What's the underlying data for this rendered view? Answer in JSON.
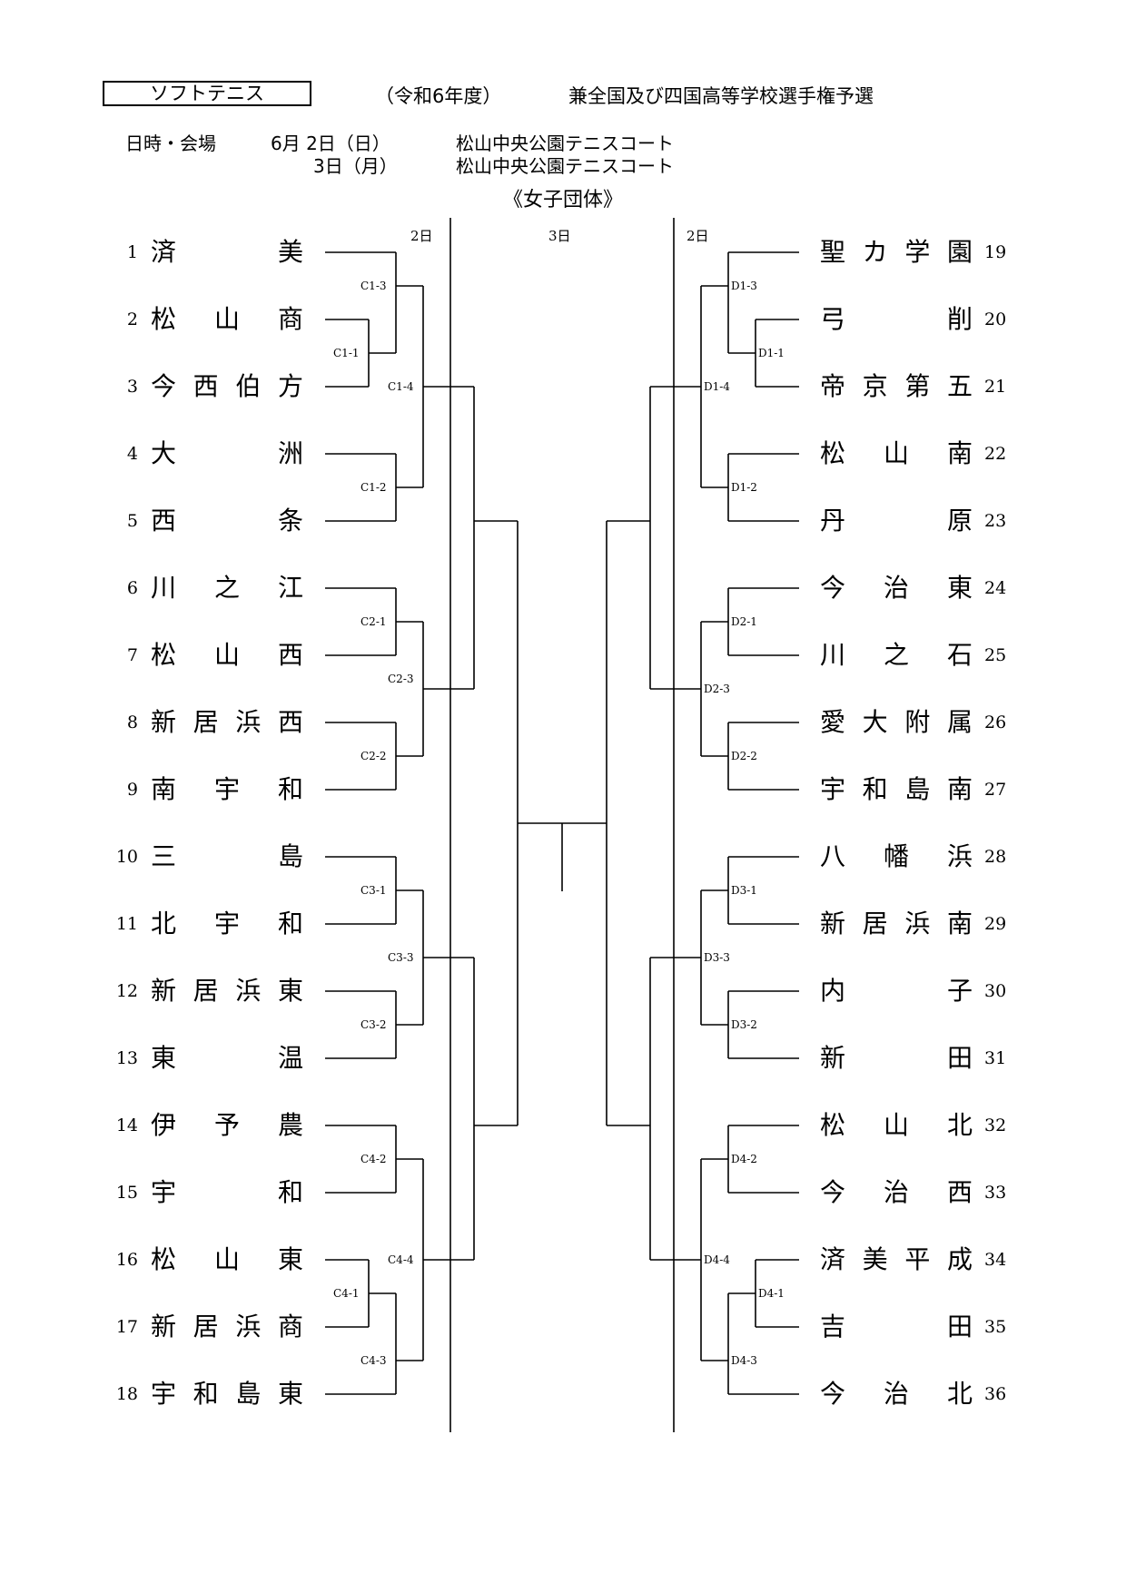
{
  "header": {
    "sport": "ソフトテニス",
    "year": "（令和6年度）",
    "event": "兼全国及び四国高等学校選手権予選",
    "schedule_label": "日時・会場",
    "day1": "6月 2日（日）",
    "day2": "3日（月）",
    "venue1": "松山中央公園テニスコート",
    "venue2": "松山中央公園テニスコート",
    "category": "《女子団体》"
  },
  "columns": {
    "left_day": "2日",
    "center_day": "3日",
    "right_day": "2日"
  },
  "left_teams": [
    {
      "num": "1",
      "chars": [
        "済",
        "美"
      ]
    },
    {
      "num": "2",
      "chars": [
        "松",
        "山",
        "商"
      ]
    },
    {
      "num": "3",
      "chars": [
        "今",
        "西",
        "伯",
        "方"
      ]
    },
    {
      "num": "4",
      "chars": [
        "大",
        "洲"
      ]
    },
    {
      "num": "5",
      "chars": [
        "西",
        "条"
      ]
    },
    {
      "num": "6",
      "chars": [
        "川",
        "之",
        "江"
      ]
    },
    {
      "num": "7",
      "chars": [
        "松",
        "山",
        "西"
      ]
    },
    {
      "num": "8",
      "chars": [
        "新",
        "居",
        "浜",
        "西"
      ]
    },
    {
      "num": "9",
      "chars": [
        "南",
        "宇",
        "和"
      ]
    },
    {
      "num": "10",
      "chars": [
        "三",
        "島"
      ]
    },
    {
      "num": "11",
      "chars": [
        "北",
        "宇",
        "和"
      ]
    },
    {
      "num": "12",
      "chars": [
        "新",
        "居",
        "浜",
        "東"
      ]
    },
    {
      "num": "13",
      "chars": [
        "東",
        "温"
      ]
    },
    {
      "num": "14",
      "chars": [
        "伊",
        "予",
        "農"
      ]
    },
    {
      "num": "15",
      "chars": [
        "宇",
        "和"
      ]
    },
    {
      "num": "16",
      "chars": [
        "松",
        "山",
        "東"
      ]
    },
    {
      "num": "17",
      "chars": [
        "新",
        "居",
        "浜",
        "商"
      ]
    },
    {
      "num": "18",
      "chars": [
        "宇",
        "和",
        "島",
        "東"
      ]
    }
  ],
  "right_teams": [
    {
      "num": "19",
      "chars": [
        "聖",
        "カ",
        "学",
        "園"
      ]
    },
    {
      "num": "20",
      "chars": [
        "弓",
        "削"
      ]
    },
    {
      "num": "21",
      "chars": [
        "帝",
        "京",
        "第",
        "五"
      ]
    },
    {
      "num": "22",
      "chars": [
        "松",
        "山",
        "南"
      ]
    },
    {
      "num": "23",
      "chars": [
        "丹",
        "原"
      ]
    },
    {
      "num": "24",
      "chars": [
        "今",
        "治",
        "東"
      ]
    },
    {
      "num": "25",
      "chars": [
        "川",
        "之",
        "石"
      ]
    },
    {
      "num": "26",
      "chars": [
        "愛",
        "大",
        "附",
        "属"
      ]
    },
    {
      "num": "27",
      "chars": [
        "宇",
        "和",
        "島",
        "南"
      ]
    },
    {
      "num": "28",
      "chars": [
        "八",
        "幡",
        "浜"
      ]
    },
    {
      "num": "29",
      "chars": [
        "新",
        "居",
        "浜",
        "南"
      ]
    },
    {
      "num": "30",
      "chars": [
        "内",
        "子"
      ]
    },
    {
      "num": "31",
      "chars": [
        "新",
        "田"
      ]
    },
    {
      "num": "32",
      "chars": [
        "松",
        "山",
        "北"
      ]
    },
    {
      "num": "33",
      "chars": [
        "今",
        "治",
        "西"
      ]
    },
    {
      "num": "34",
      "chars": [
        "済",
        "美",
        "平",
        "成"
      ]
    },
    {
      "num": "35",
      "chars": [
        "吉",
        "田"
      ]
    },
    {
      "num": "36",
      "chars": [
        "今",
        "治",
        "北"
      ]
    }
  ],
  "matches": {
    "left": [
      "C1-3",
      "C1-1",
      "C1-4",
      "C1-2",
      "C2-1",
      "C2-3",
      "C2-2",
      "C3-1",
      "C3-3",
      "C3-2",
      "C4-2",
      "C4-4",
      "C4-1",
      "C4-3"
    ],
    "right": [
      "D1-3",
      "D1-1",
      "D1-4",
      "D1-2",
      "D2-1",
      "D2-3",
      "D2-2",
      "D3-1",
      "D3-3",
      "D3-2",
      "D4-2",
      "D4-4",
      "D4-1",
      "D4-3"
    ]
  }
}
